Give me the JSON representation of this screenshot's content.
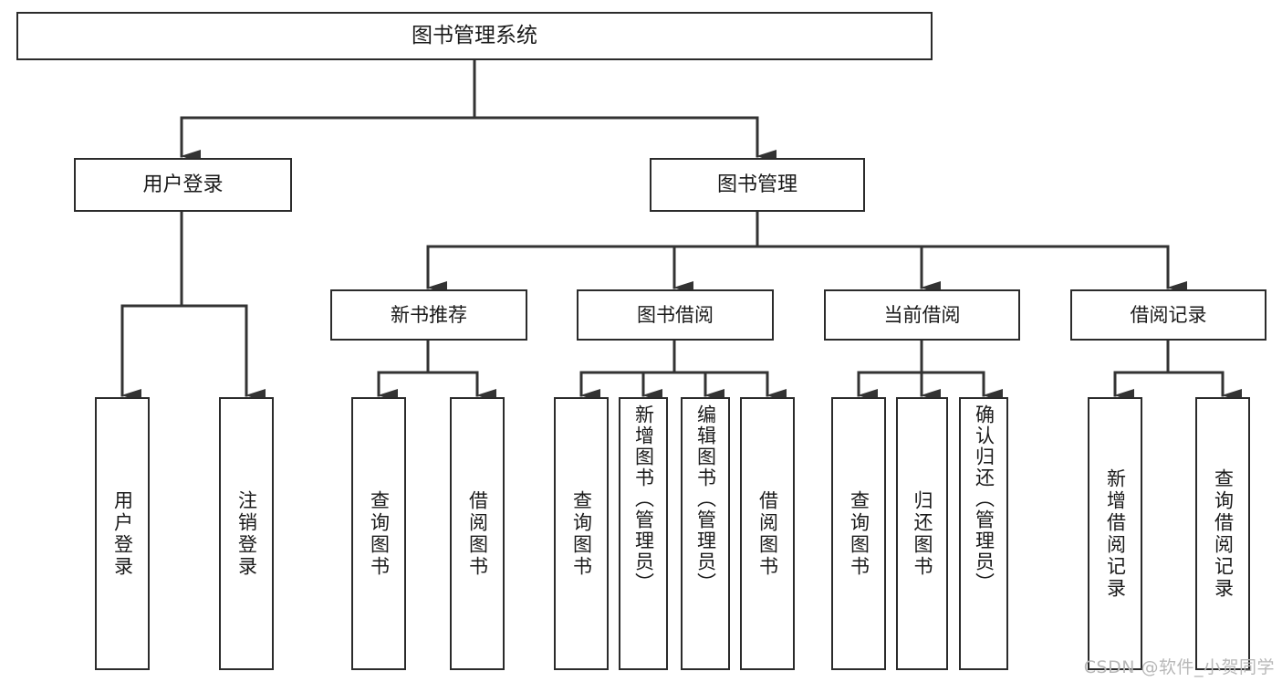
{
  "diagram": {
    "title": "图书管理系统",
    "type": "tree",
    "background_color": "#ffffff",
    "line_color": "#2b2b2b",
    "text_color": "#1a1a1a",
    "root": {
      "id": "root",
      "label": "图书管理系统"
    },
    "level1": [
      {
        "id": "user-login",
        "label": "用户登录"
      },
      {
        "id": "book-manage",
        "label": "图书管理"
      }
    ],
    "level2": [
      {
        "id": "new-book-recommend",
        "label": "新书推荐",
        "parent": "book-manage"
      },
      {
        "id": "book-borrow",
        "label": "图书借阅",
        "parent": "book-manage"
      },
      {
        "id": "current-borrow",
        "label": "当前借阅",
        "parent": "book-manage"
      },
      {
        "id": "borrow-record",
        "label": "借阅记录",
        "parent": "book-manage"
      }
    ],
    "leaves": [
      {
        "id": "leaf-user-login",
        "label": "用户登录",
        "parent": "user-login"
      },
      {
        "id": "leaf-user-logout",
        "label": "注销登录",
        "parent": "user-login"
      },
      {
        "id": "leaf-query-book-1",
        "label": "查询图书",
        "parent": "new-book-recommend"
      },
      {
        "id": "leaf-borrow-book-1",
        "label": "借阅图书",
        "parent": "new-book-recommend"
      },
      {
        "id": "leaf-query-book-2",
        "label": "查询图书",
        "parent": "book-borrow"
      },
      {
        "id": "leaf-add-book",
        "label": "新增图书（管理员）",
        "parent": "book-borrow"
      },
      {
        "id": "leaf-edit-book",
        "label": "编辑图书（管理员）",
        "parent": "book-borrow"
      },
      {
        "id": "leaf-borrow-book-2",
        "label": "借阅图书",
        "parent": "book-borrow"
      },
      {
        "id": "leaf-query-book-3",
        "label": "查询图书",
        "parent": "current-borrow"
      },
      {
        "id": "leaf-return-book",
        "label": "归还图书",
        "parent": "current-borrow"
      },
      {
        "id": "leaf-confirm-return",
        "label": "确认归还（管理员）",
        "parent": "current-borrow"
      },
      {
        "id": "leaf-add-record",
        "label": "新增借阅记录",
        "parent": "borrow-record"
      },
      {
        "id": "leaf-query-record",
        "label": "查询借阅记录",
        "parent": "borrow-record"
      }
    ]
  },
  "watermark": {
    "text": "CSDN @软件_小贺同学"
  }
}
